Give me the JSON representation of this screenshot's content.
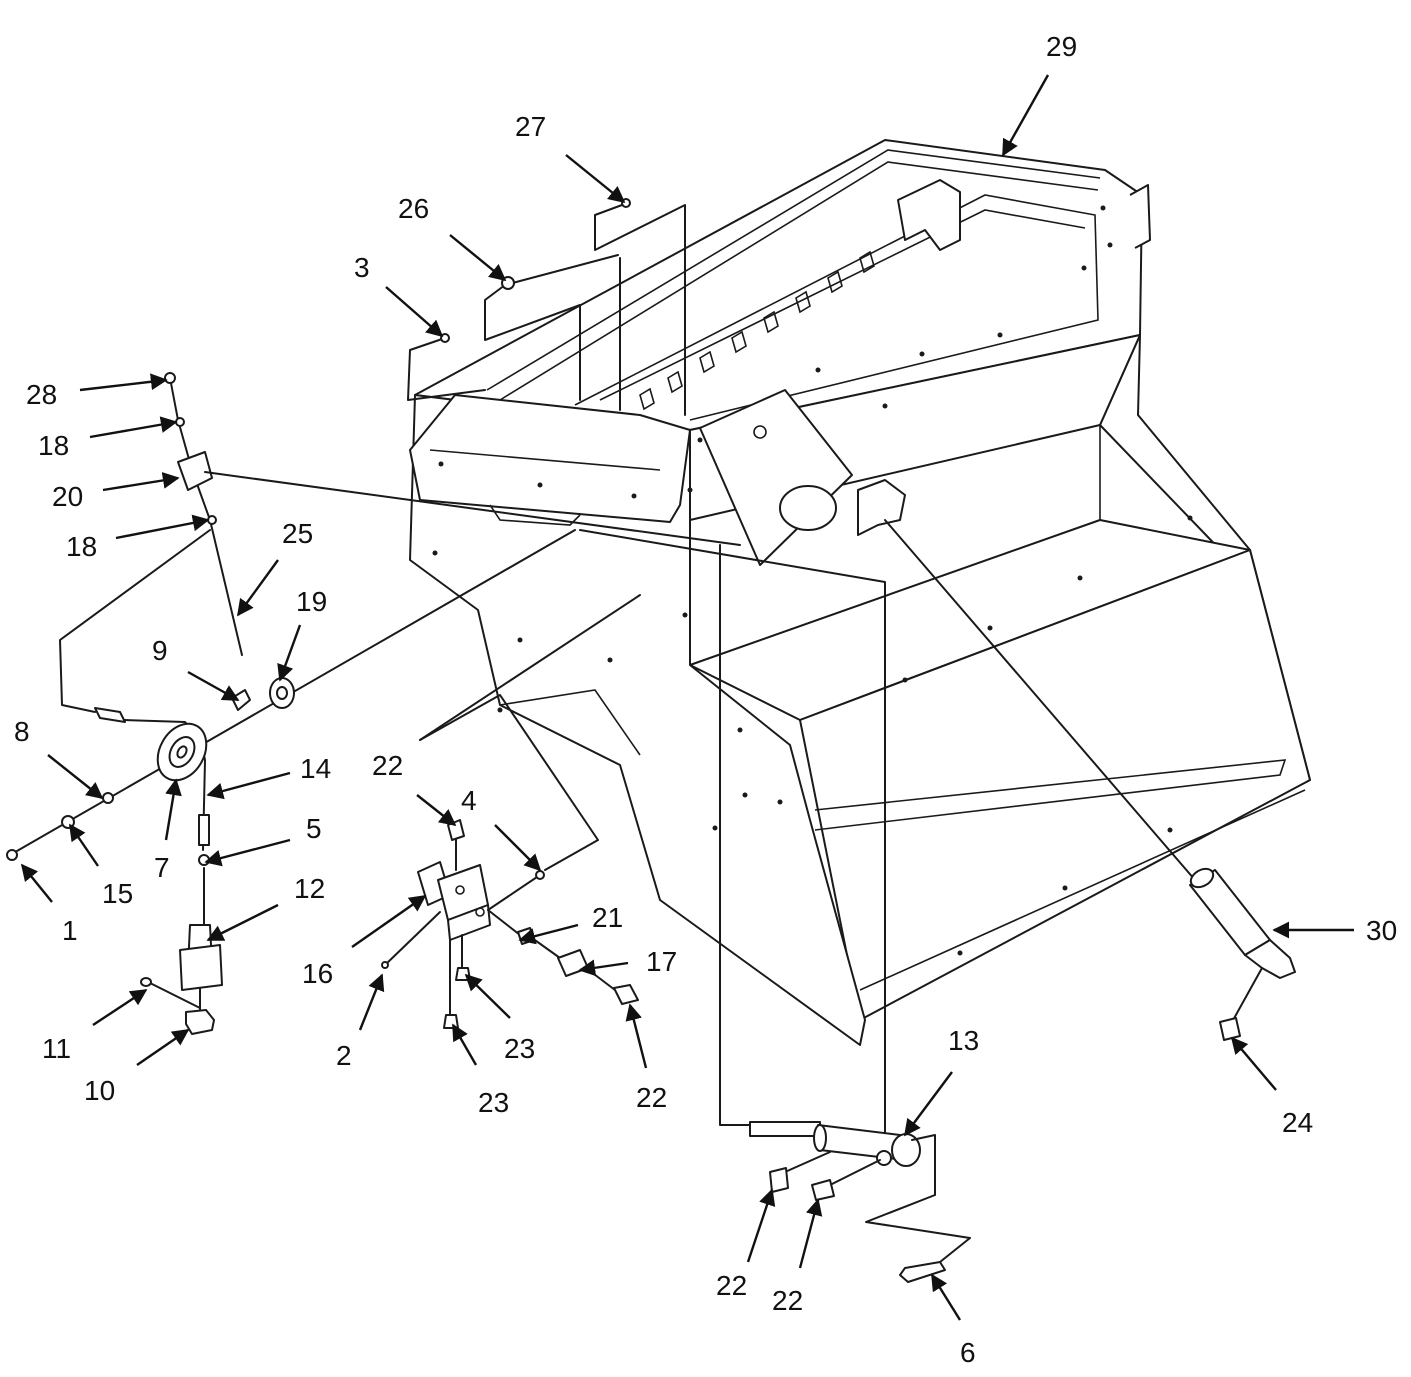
{
  "diagram": {
    "callouts": [
      {
        "id": "c29",
        "text": "29"
      },
      {
        "id": "c27",
        "text": "27"
      },
      {
        "id": "c26",
        "text": "26"
      },
      {
        "id": "c3",
        "text": "3"
      },
      {
        "id": "c28",
        "text": "28"
      },
      {
        "id": "c18a",
        "text": "18"
      },
      {
        "id": "c20",
        "text": "20"
      },
      {
        "id": "c18b",
        "text": "18"
      },
      {
        "id": "c25",
        "text": "25"
      },
      {
        "id": "c19",
        "text": "19"
      },
      {
        "id": "c9",
        "text": "9"
      },
      {
        "id": "c8",
        "text": "8"
      },
      {
        "id": "c14",
        "text": "14"
      },
      {
        "id": "c22a",
        "text": "22"
      },
      {
        "id": "c4",
        "text": "4"
      },
      {
        "id": "c5",
        "text": "5"
      },
      {
        "id": "c12",
        "text": "12"
      },
      {
        "id": "c1",
        "text": "1"
      },
      {
        "id": "c15",
        "text": "15"
      },
      {
        "id": "c7",
        "text": "7"
      },
      {
        "id": "c16",
        "text": "16"
      },
      {
        "id": "c21",
        "text": "21"
      },
      {
        "id": "c17",
        "text": "17"
      },
      {
        "id": "c11",
        "text": "11"
      },
      {
        "id": "c10",
        "text": "10"
      },
      {
        "id": "c2",
        "text": "2"
      },
      {
        "id": "c23a",
        "text": "23"
      },
      {
        "id": "c23b",
        "text": "23"
      },
      {
        "id": "c22b",
        "text": "22"
      },
      {
        "id": "c30",
        "text": "30"
      },
      {
        "id": "c13",
        "text": "13"
      },
      {
        "id": "c24",
        "text": "24"
      },
      {
        "id": "c22c",
        "text": "22"
      },
      {
        "id": "c22d",
        "text": "22"
      },
      {
        "id": "c6",
        "text": "6"
      }
    ]
  }
}
